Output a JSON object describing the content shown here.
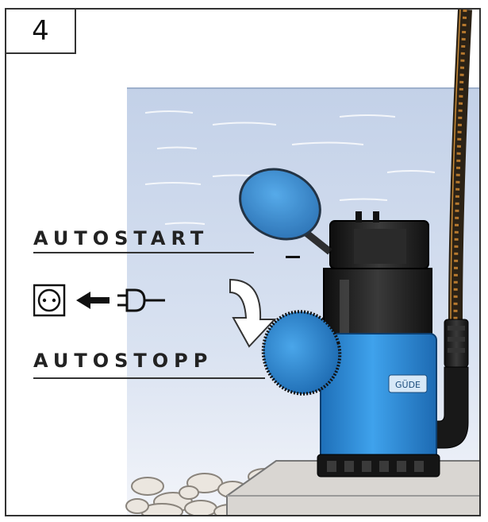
{
  "step": {
    "number": "4"
  },
  "labels": {
    "autostart": "AUTOSTART",
    "autostopp": "AUTOSTOPP",
    "brand": "GÜDE"
  },
  "icons": [
    "socket-icon",
    "arrow-left-icon",
    "plug-icon",
    "curved-arrow-icon"
  ],
  "colors": {
    "water": "#c9d6ea",
    "pump_blue": "#2b8fe0",
    "pump_black": "#1b1b1b",
    "stone": "#e4dfd8"
  }
}
